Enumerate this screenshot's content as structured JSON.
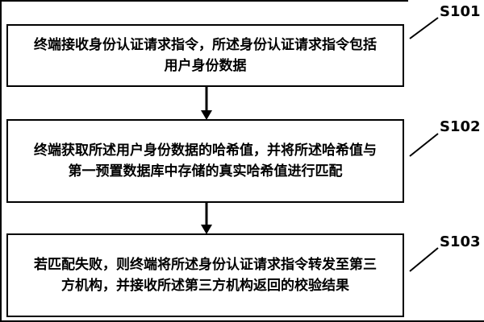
{
  "figure": {
    "steps": [
      {
        "id": "S101",
        "text": "终端接收身份认证请求指令，所述身份认证请求指令包括用户身份数据"
      },
      {
        "id": "S102",
        "text": "终端获取所述用户身份数据的哈希值，并将所述哈希值与第一预置数据库中存储的真实哈希值进行匹配"
      },
      {
        "id": "S103",
        "text": "若匹配失败，则终端将所述身份认证请求指令转发至第三方机构，并接收所述第三方机构返回的校验结果"
      }
    ]
  }
}
